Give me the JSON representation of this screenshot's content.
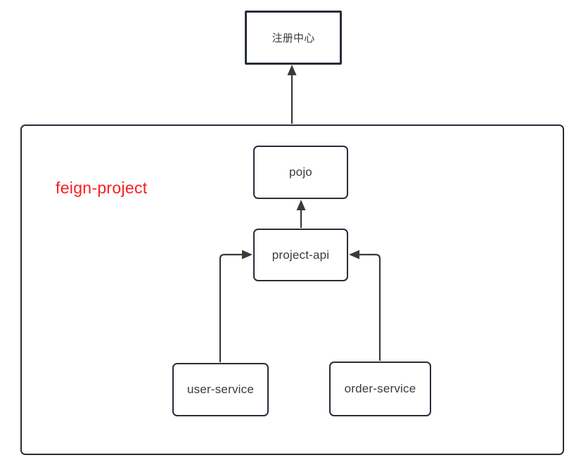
{
  "diagram": {
    "container": {
      "title": "feign-project",
      "title_color": "#fb1d1d"
    },
    "nodes": {
      "registry": {
        "label": "注册中心"
      },
      "pojo": {
        "label": "pojo"
      },
      "project_api": {
        "label": "project-api"
      },
      "user_service": {
        "label": "user-service"
      },
      "order_service": {
        "label": "order-service"
      }
    },
    "colors": {
      "box_border": "#262e3a",
      "connector": "#3a3a3a",
      "node_text": "#3b3b3b",
      "background": "#ffffff"
    }
  }
}
